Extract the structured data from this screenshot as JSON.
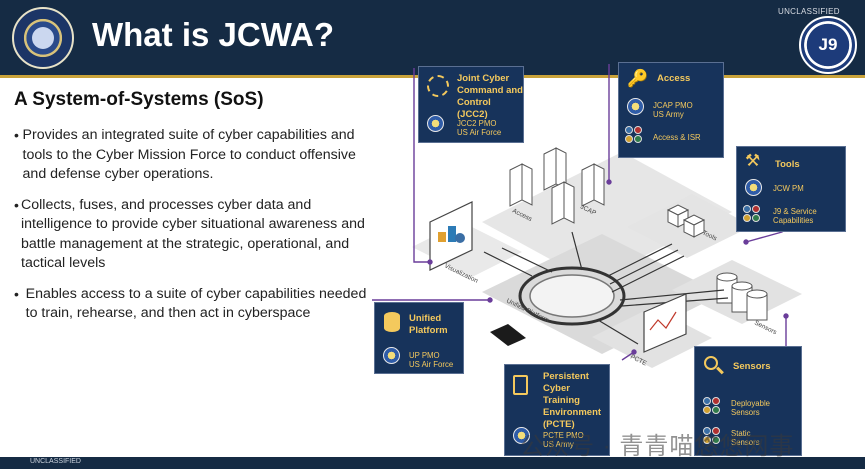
{
  "header": {
    "title": "What is JCWA?",
    "classification": "UNCLASSIFIED",
    "right_seal_text": "J9"
  },
  "main": {
    "subtitle": "A System-of-Systems (SoS)",
    "bullets": [
      "Provides an integrated suite of cyber capabilities and tools to the Cyber Mission Force to conduct offensive and defense cyber operations.",
      "Collects, fuses, and processes cyber data and intelligence to provide cyber situational awareness and battle management at the strategic, operational, and tactical levels",
      "Enables access to a suite of cyber capabilities needed to train, rehearse, and then act in cyberspace"
    ]
  },
  "diagram": {
    "jcc2": {
      "title": "Joint Cyber Command and Control (JCC2)",
      "title_lines": [
        "Joint Cyber",
        "Command and",
        "Control (JCC2)"
      ],
      "org": [
        "JCC2 PMO",
        "US Air Force"
      ]
    },
    "access": {
      "title": "Access",
      "org": [
        "JCAP PMO",
        "US Army"
      ],
      "sub": "Access & ISR"
    },
    "tools": {
      "title": "Tools",
      "org": "JCW PM",
      "sub": [
        "J9 & Service",
        "Capabilities"
      ]
    },
    "unified": {
      "title_lines": [
        "Unified",
        "Platform"
      ],
      "org": [
        "UP PMO",
        "US Air Force"
      ]
    },
    "pcte": {
      "title_lines": [
        "Persistent",
        "Cyber Training",
        "Environment",
        "(PCTE)"
      ],
      "org": [
        "PCTE PMO",
        "US Army"
      ]
    },
    "sensors": {
      "title": "Sensors",
      "deployable": [
        "Deployable",
        "Sensors"
      ],
      "static": [
        "Static",
        "Sensors"
      ]
    },
    "platform_labels": {
      "access": "Access",
      "jcap": "JCAP",
      "tools": "Tools",
      "visualization": "Visualization",
      "unified_platform": "Unified Platform",
      "sensors": "Sensors",
      "pcte": "PCTE"
    }
  },
  "footer": {
    "classification": "UNCLASSIFIED"
  },
  "watermark": "公众号 · 青青喵悠悠网事",
  "colors": {
    "navy": "#152b44",
    "box": "#17335b",
    "gold": "#f4c95d",
    "purple": "#6a3d9a"
  }
}
